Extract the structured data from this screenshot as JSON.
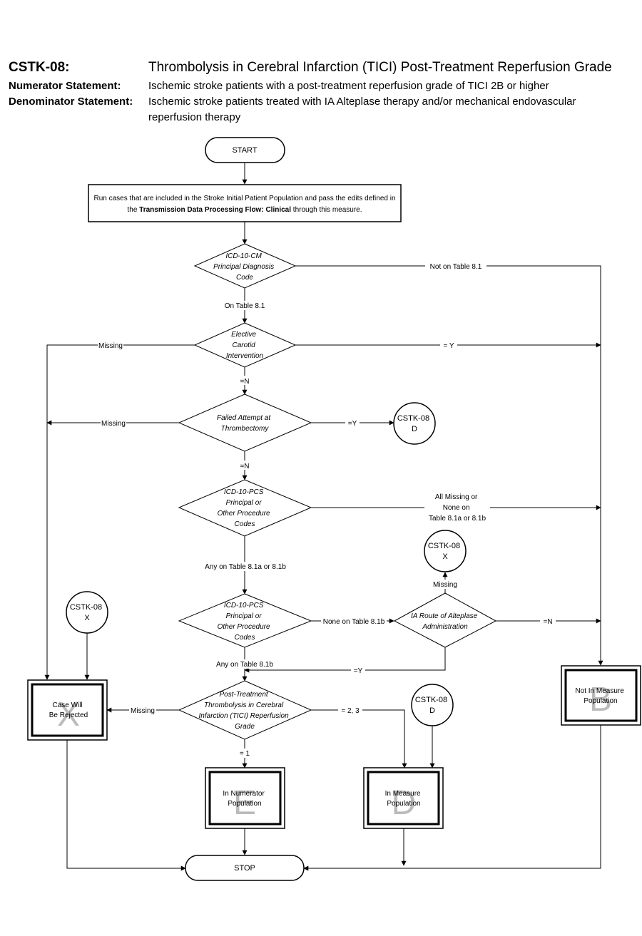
{
  "header": {
    "measure_id": "CSTK-08:",
    "measure_title": "Thrombolysis in Cerebral Infarction (TICI) Post-Treatment Reperfusion Grade",
    "numerator_label": "Numerator Statement:",
    "numerator_text": "Ischemic stroke patients with a post-treatment reperfusion grade of TICI 2B or higher",
    "denominator_label": "Denominator Statement:",
    "denominator_text_line1": "Ischemic stroke patients treated with IA Alteplase therapy and/or mechanical endovascular",
    "denominator_text_line2": "reperfusion therapy"
  },
  "nodes": {
    "start": "START",
    "run_cases_line1": "Run cases that are included in the Stroke Initial Patient Population and pass the edits defined in",
    "run_cases_line2_pre": "the ",
    "run_cases_line2_bold": "Transmission Data Processing Flow: Clinical",
    "run_cases_line2_post": " through this measure.",
    "dx_code": [
      "ICD-10-CM",
      "Principal Diagnosis",
      "Code"
    ],
    "elective": [
      "Elective",
      "Carotid",
      "Intervention"
    ],
    "failed_attempt": [
      "Failed Attempt at",
      "Thrombectomy"
    ],
    "pcs_1": [
      "ICD-10-PCS",
      "Principal or",
      "Other Procedure",
      "Codes"
    ],
    "pcs_2": [
      "ICD-10-PCS",
      "Principal or",
      "Other Procedure",
      "Codes"
    ],
    "ia_route": [
      "IA Route of Alteplase",
      "Administration"
    ],
    "tici": [
      "Post-Treatment",
      "Thrombolysis in Cerebral",
      "Infarction (TICI) Reperfusion",
      "Grade"
    ],
    "connector_d1": [
      "CSTK-08",
      "D"
    ],
    "connector_x1": [
      "CSTK-08",
      "X"
    ],
    "connector_x2": [
      "CSTK-08",
      "X"
    ],
    "connector_d2": [
      "CSTK-08",
      "D"
    ],
    "rejected": [
      "Case Will",
      "Be Rejected"
    ],
    "rejected_letter": "X",
    "not_in_population": [
      "Not In Measure",
      "Population"
    ],
    "not_in_population_letter": "B",
    "numerator": [
      "In Numerator",
      "Population"
    ],
    "numerator_letter": "E",
    "measure_pop": [
      "In Measure",
      "Population"
    ],
    "measure_pop_letter": "D",
    "stop": "STOP"
  },
  "edges": {
    "not_on_table": "Not on Table 8.1",
    "on_table": "On Table 8.1",
    "missing_1": "Missing",
    "eq_y_1": "= Y",
    "eq_n_1": "=N",
    "missing_2": "Missing",
    "eq_y_2": "=Y",
    "eq_n_2": "=N",
    "all_missing": [
      "All Missing or",
      "None on",
      "Table 8.1a or 8.1b"
    ],
    "any_on_a_b": "Any on Table 8.1a or 8.1b",
    "missing_3": "Missing",
    "none_on_b": "None on Table 8.1b",
    "eq_n_3": "=N",
    "any_on_b": "Any on Table 8.1b",
    "eq_y_3": "=Y",
    "missing_4": "Missing",
    "eq_23": "= 2, 3",
    "eq_1": "= 1"
  }
}
